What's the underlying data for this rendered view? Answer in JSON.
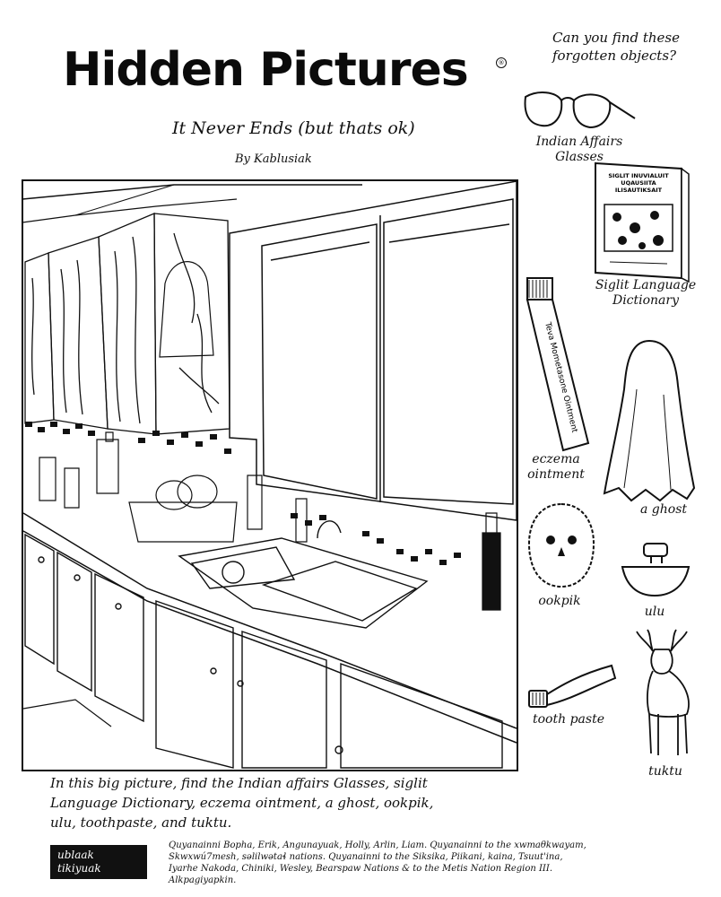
{
  "header": {
    "title": "Hidden Pictures",
    "trademark": "®",
    "subtitle": "It Never Ends (but thats ok)",
    "byline": "By Kablusiak"
  },
  "prompt": {
    "line1": "Can you find these",
    "line2": "forgotten objects?"
  },
  "objects": [
    {
      "label_line1": "Indian Affairs",
      "label_line2": "Glasses",
      "icon": "glasses-icon"
    },
    {
      "label_line1": "Siglit Language",
      "label_line2": "Dictionary",
      "icon": "dictionary-icon"
    },
    {
      "label_line1": "eczema",
      "label_line2": "ointment",
      "icon": "ointment-tube-icon"
    },
    {
      "label_line1": "a ghost",
      "label_line2": "",
      "icon": "ghost-icon"
    },
    {
      "label_line1": "ookpik",
      "label_line2": "",
      "icon": "ookpik-owl-icon"
    },
    {
      "label_line1": "ulu",
      "label_line2": "",
      "icon": "ulu-knife-icon"
    },
    {
      "label_line1": "tooth paste",
      "label_line2": "",
      "icon": "toothpaste-icon"
    },
    {
      "label_line1": "tuktu",
      "label_line2": "",
      "icon": "caribou-icon"
    }
  ],
  "artwork": {
    "dictionary_cover_line1": "SIGLIT INUVIALUIT",
    "dictionary_cover_line2": "UQAUSIITA",
    "dictionary_cover_line3": "ILISAUTIKSAIT",
    "ointment_text": "Teva Mometasone Ointment"
  },
  "instructions": {
    "line1": "In this big picture, find the Indian affairs Glasses, siglit",
    "line2": "Language Dictionary, eczema ointment, a ghost, ookpik,",
    "line3": "ulu, toothpaste, and tuktu."
  },
  "footer": {
    "logo_line1": "ublaak",
    "logo_line2": "tikiyuak",
    "thanks_line1": "Quyanainni Bopha, Erik, Angunayuak, Holly, Arlin, Liam. Quyanainni to the xwmaθkwayam,",
    "thanks_line2": "Skwxwú7mesh, səlilwətaɬ nations. Quyanainni to the Siksika, Piikani, kaina, Tsuut'ina,",
    "thanks_line3": "Iyarhe Nakoda, Chiniki, Wesley, Bearspaw Nations & to the Metis Nation Region III. Alkpagiyapkin."
  }
}
